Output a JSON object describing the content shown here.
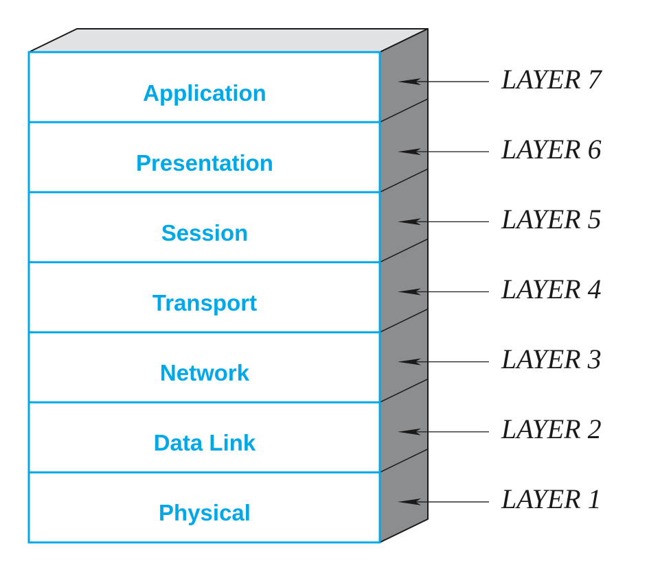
{
  "colors": {
    "accent": "#00a8e8",
    "side_face": "#8c8d8f",
    "top_face": "#e1e2e3",
    "outline": "#1a1a1a"
  },
  "layers": [
    {
      "name": "Application",
      "number_label": "LAYER 7"
    },
    {
      "name": "Presentation",
      "number_label": "LAYER 6"
    },
    {
      "name": "Session",
      "number_label": "LAYER 5"
    },
    {
      "name": "Transport",
      "number_label": "LAYER 4"
    },
    {
      "name": "Network",
      "number_label": "LAYER 3"
    },
    {
      "name": "Data Link",
      "number_label": "LAYER 2"
    },
    {
      "name": "Physical",
      "number_label": "LAYER 1"
    }
  ]
}
